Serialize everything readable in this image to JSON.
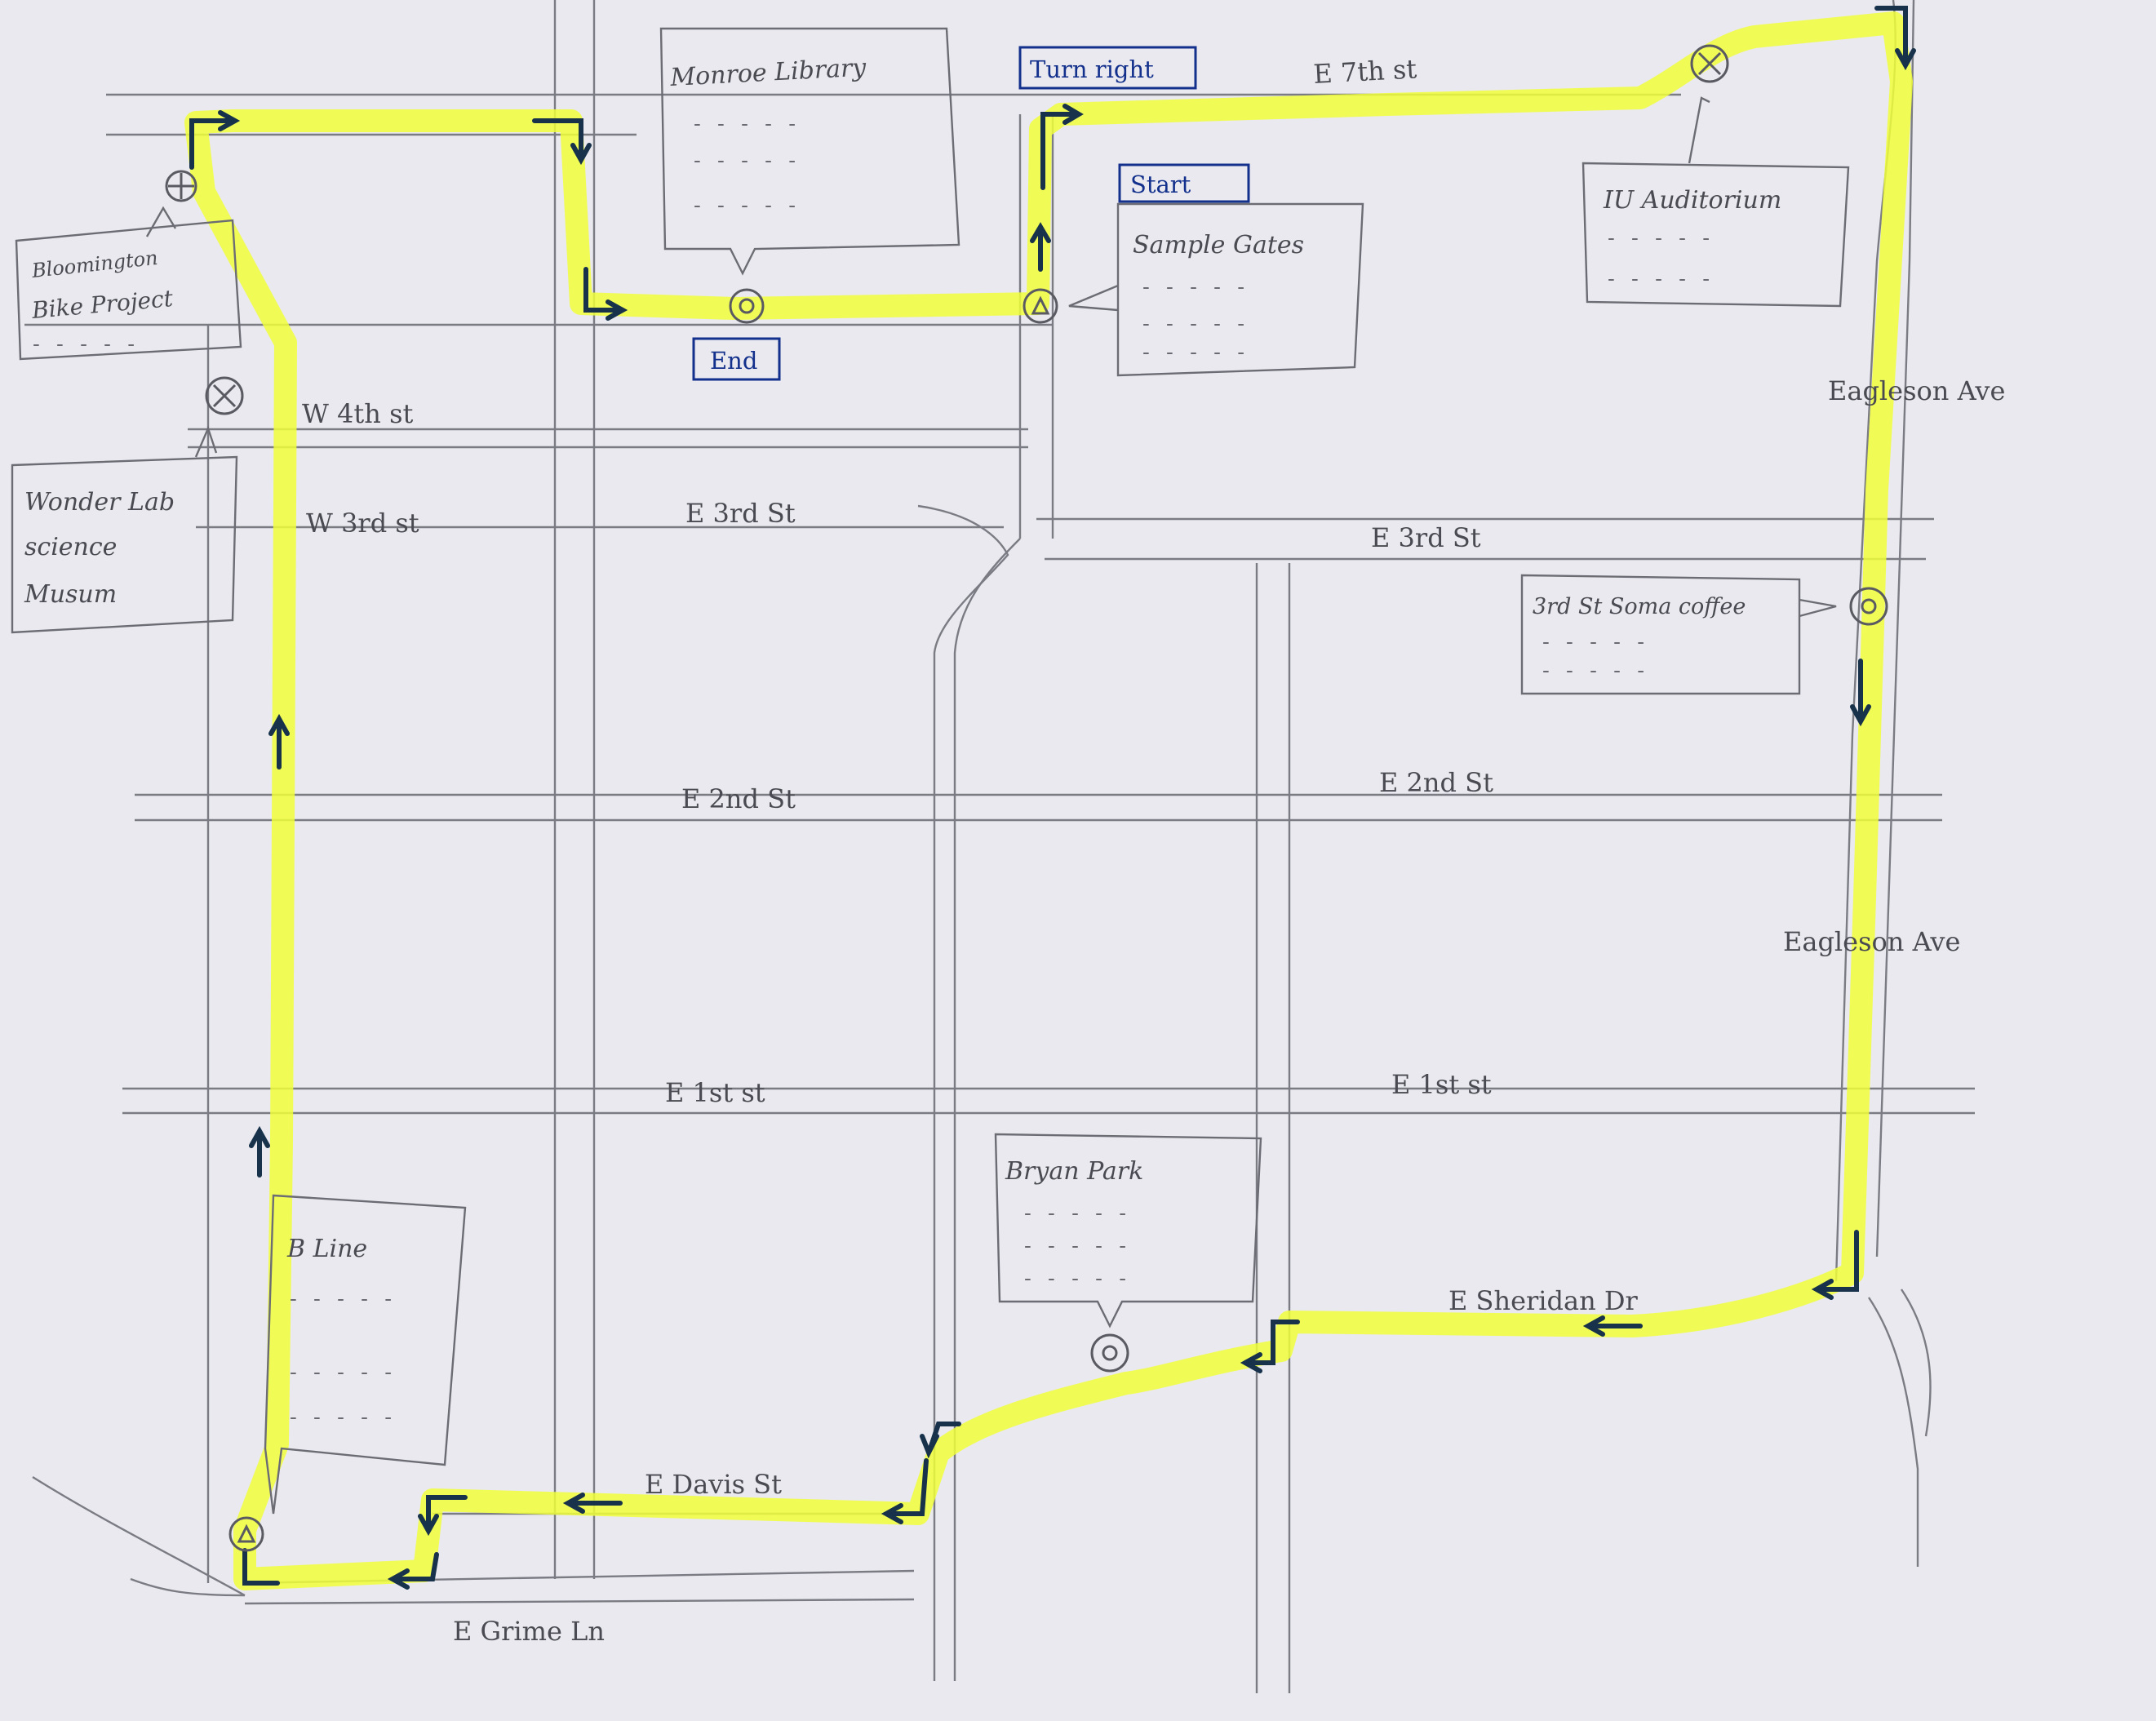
{
  "colors": {
    "paper": "#e9e9ef",
    "pencil": "#7b7b84",
    "highlight": "#f1ff3a",
    "arrow": "#17324a",
    "route_box": "#12308c"
  },
  "streets": {
    "e7th": "E 7th st",
    "w4th": "W 4th st",
    "w3rd": "W 3rd st",
    "e3rd_mid": "E 3rd St",
    "e3rd_east": "E 3rd St",
    "e2nd_mid": "E 2nd St",
    "e2nd_east": "E 2nd St",
    "e1st_mid": "E 1st st",
    "e1st_east": "E 1st st",
    "eagleson_top": "Eagleson Ave",
    "eagleson_bottom": "Eagleson Ave",
    "sheridan": "E Sheridan Dr",
    "davis": "E Davis St",
    "grime": "E Grime Ln"
  },
  "places": {
    "monroe_library": "Monroe Library",
    "sample_gates": "Sample Gates",
    "iu_auditorium": "IU Auditorium",
    "bike_project_1": "Bloomington",
    "bike_project_2": "Bike Project",
    "wonderlab_1": "Wonder Lab",
    "wonderlab_2": "science",
    "wonderlab_3": "Musum",
    "soma": "3rd St Soma coffee",
    "bryan_park": "Bryan Park",
    "b_line": "B Line"
  },
  "route": {
    "start": "Start",
    "end": "End",
    "turn": "Turn right"
  },
  "note_placeholder": "- - - - -"
}
